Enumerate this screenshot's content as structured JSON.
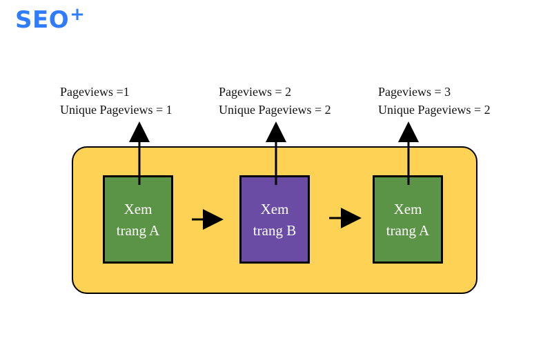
{
  "branding": {
    "logo_text": "SEO",
    "logo_plus": "+"
  },
  "stats": [
    {
      "pageviews": "Pageviews =1",
      "unique": "Unique Pageviews = 1"
    },
    {
      "pageviews": "Pageviews = 2",
      "unique": "Unique Pageviews = 2"
    },
    {
      "pageviews": "Pageviews = 3",
      "unique": "Unique Pageviews = 2"
    }
  ],
  "pages": [
    {
      "line1": "Xem",
      "line2": "trang A",
      "color": "#5b9347"
    },
    {
      "line1": "Xem",
      "line2": "trang B",
      "color": "#6a4ca5"
    },
    {
      "line1": "Xem",
      "line2": "trang A",
      "color": "#5b9347"
    }
  ],
  "colors": {
    "container": "#fed254",
    "border": "#000000",
    "text_on_box": "#ffffff",
    "logo": "#2f7cff"
  }
}
